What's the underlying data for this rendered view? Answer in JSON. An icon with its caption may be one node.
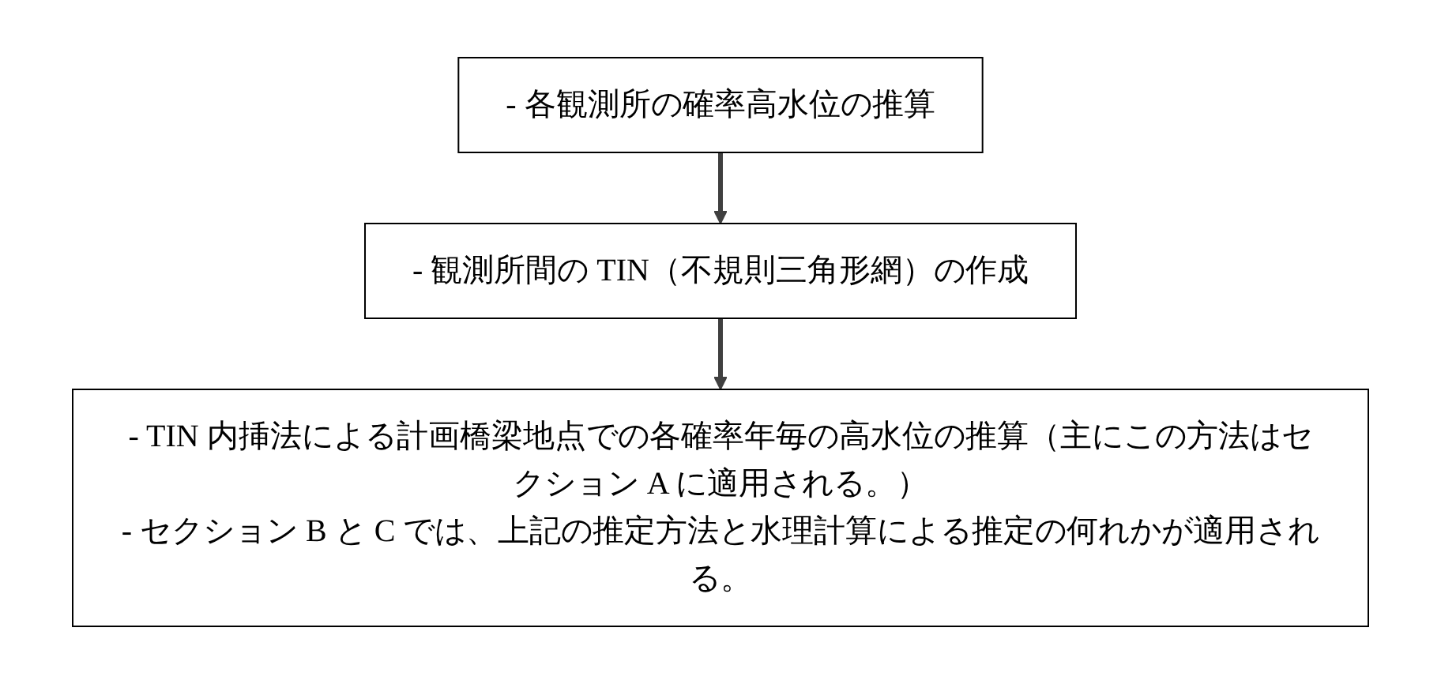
{
  "diagram": {
    "nodes": [
      {
        "text": [
          "- 各観測所の確率高水位の推算"
        ]
      },
      {
        "text": [
          "- 観測所間の TIN（不規則三角形網）の作成"
        ]
      },
      {
        "text": [
          "- TIN 内挿法による計画橋梁地点での各確率年毎の高水位の推算（主にこの方法はセクション A に適用される。）",
          "- セクション B と C では、上記の推定方法と水理計算による推定の何れかが適用される。"
        ]
      }
    ],
    "edges": [
      {
        "from": 0,
        "to": 1,
        "arrow": "to"
      },
      {
        "from": 1,
        "to": 2,
        "arrow": "to"
      }
    ]
  }
}
